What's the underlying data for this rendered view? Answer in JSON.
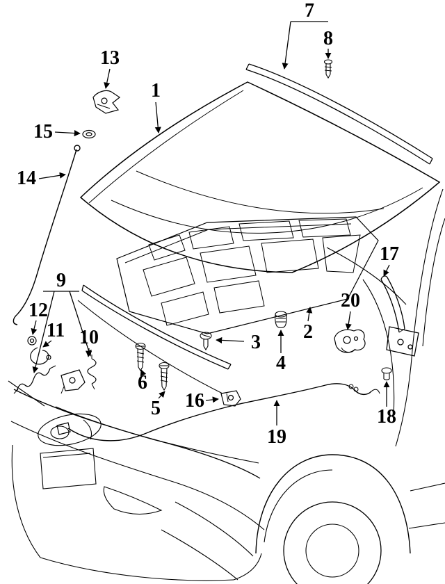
{
  "figure": {
    "type": "exploded-parts-diagram",
    "subject": "hood-and-front-body-components"
  },
  "callouts": [
    {
      "label": "1",
      "part": "hood-panel"
    },
    {
      "label": "2",
      "part": "hood-insulator-pad"
    },
    {
      "label": "3",
      "part": "clip"
    },
    {
      "label": "4",
      "part": "plug"
    },
    {
      "label": "5",
      "part": "screw"
    },
    {
      "label": "6",
      "part": "screw"
    },
    {
      "label": "7",
      "part": "hood-weatherstrip"
    },
    {
      "label": "8",
      "part": "retainer-clip"
    },
    {
      "label": "9",
      "part": "spring-hardware-set"
    },
    {
      "label": "10",
      "part": "spring"
    },
    {
      "label": "11",
      "part": "hook"
    },
    {
      "label": "12",
      "part": "bushing-ring"
    },
    {
      "label": "13",
      "part": "hinge-bracket"
    },
    {
      "label": "14",
      "part": "hood-support-rod"
    },
    {
      "label": "15",
      "part": "grommet"
    },
    {
      "label": "16",
      "part": "striker"
    },
    {
      "label": "17",
      "part": "hood-hinge"
    },
    {
      "label": "18",
      "part": "cushion"
    },
    {
      "label": "19",
      "part": "release-cable"
    },
    {
      "label": "20",
      "part": "hood-lock"
    }
  ]
}
